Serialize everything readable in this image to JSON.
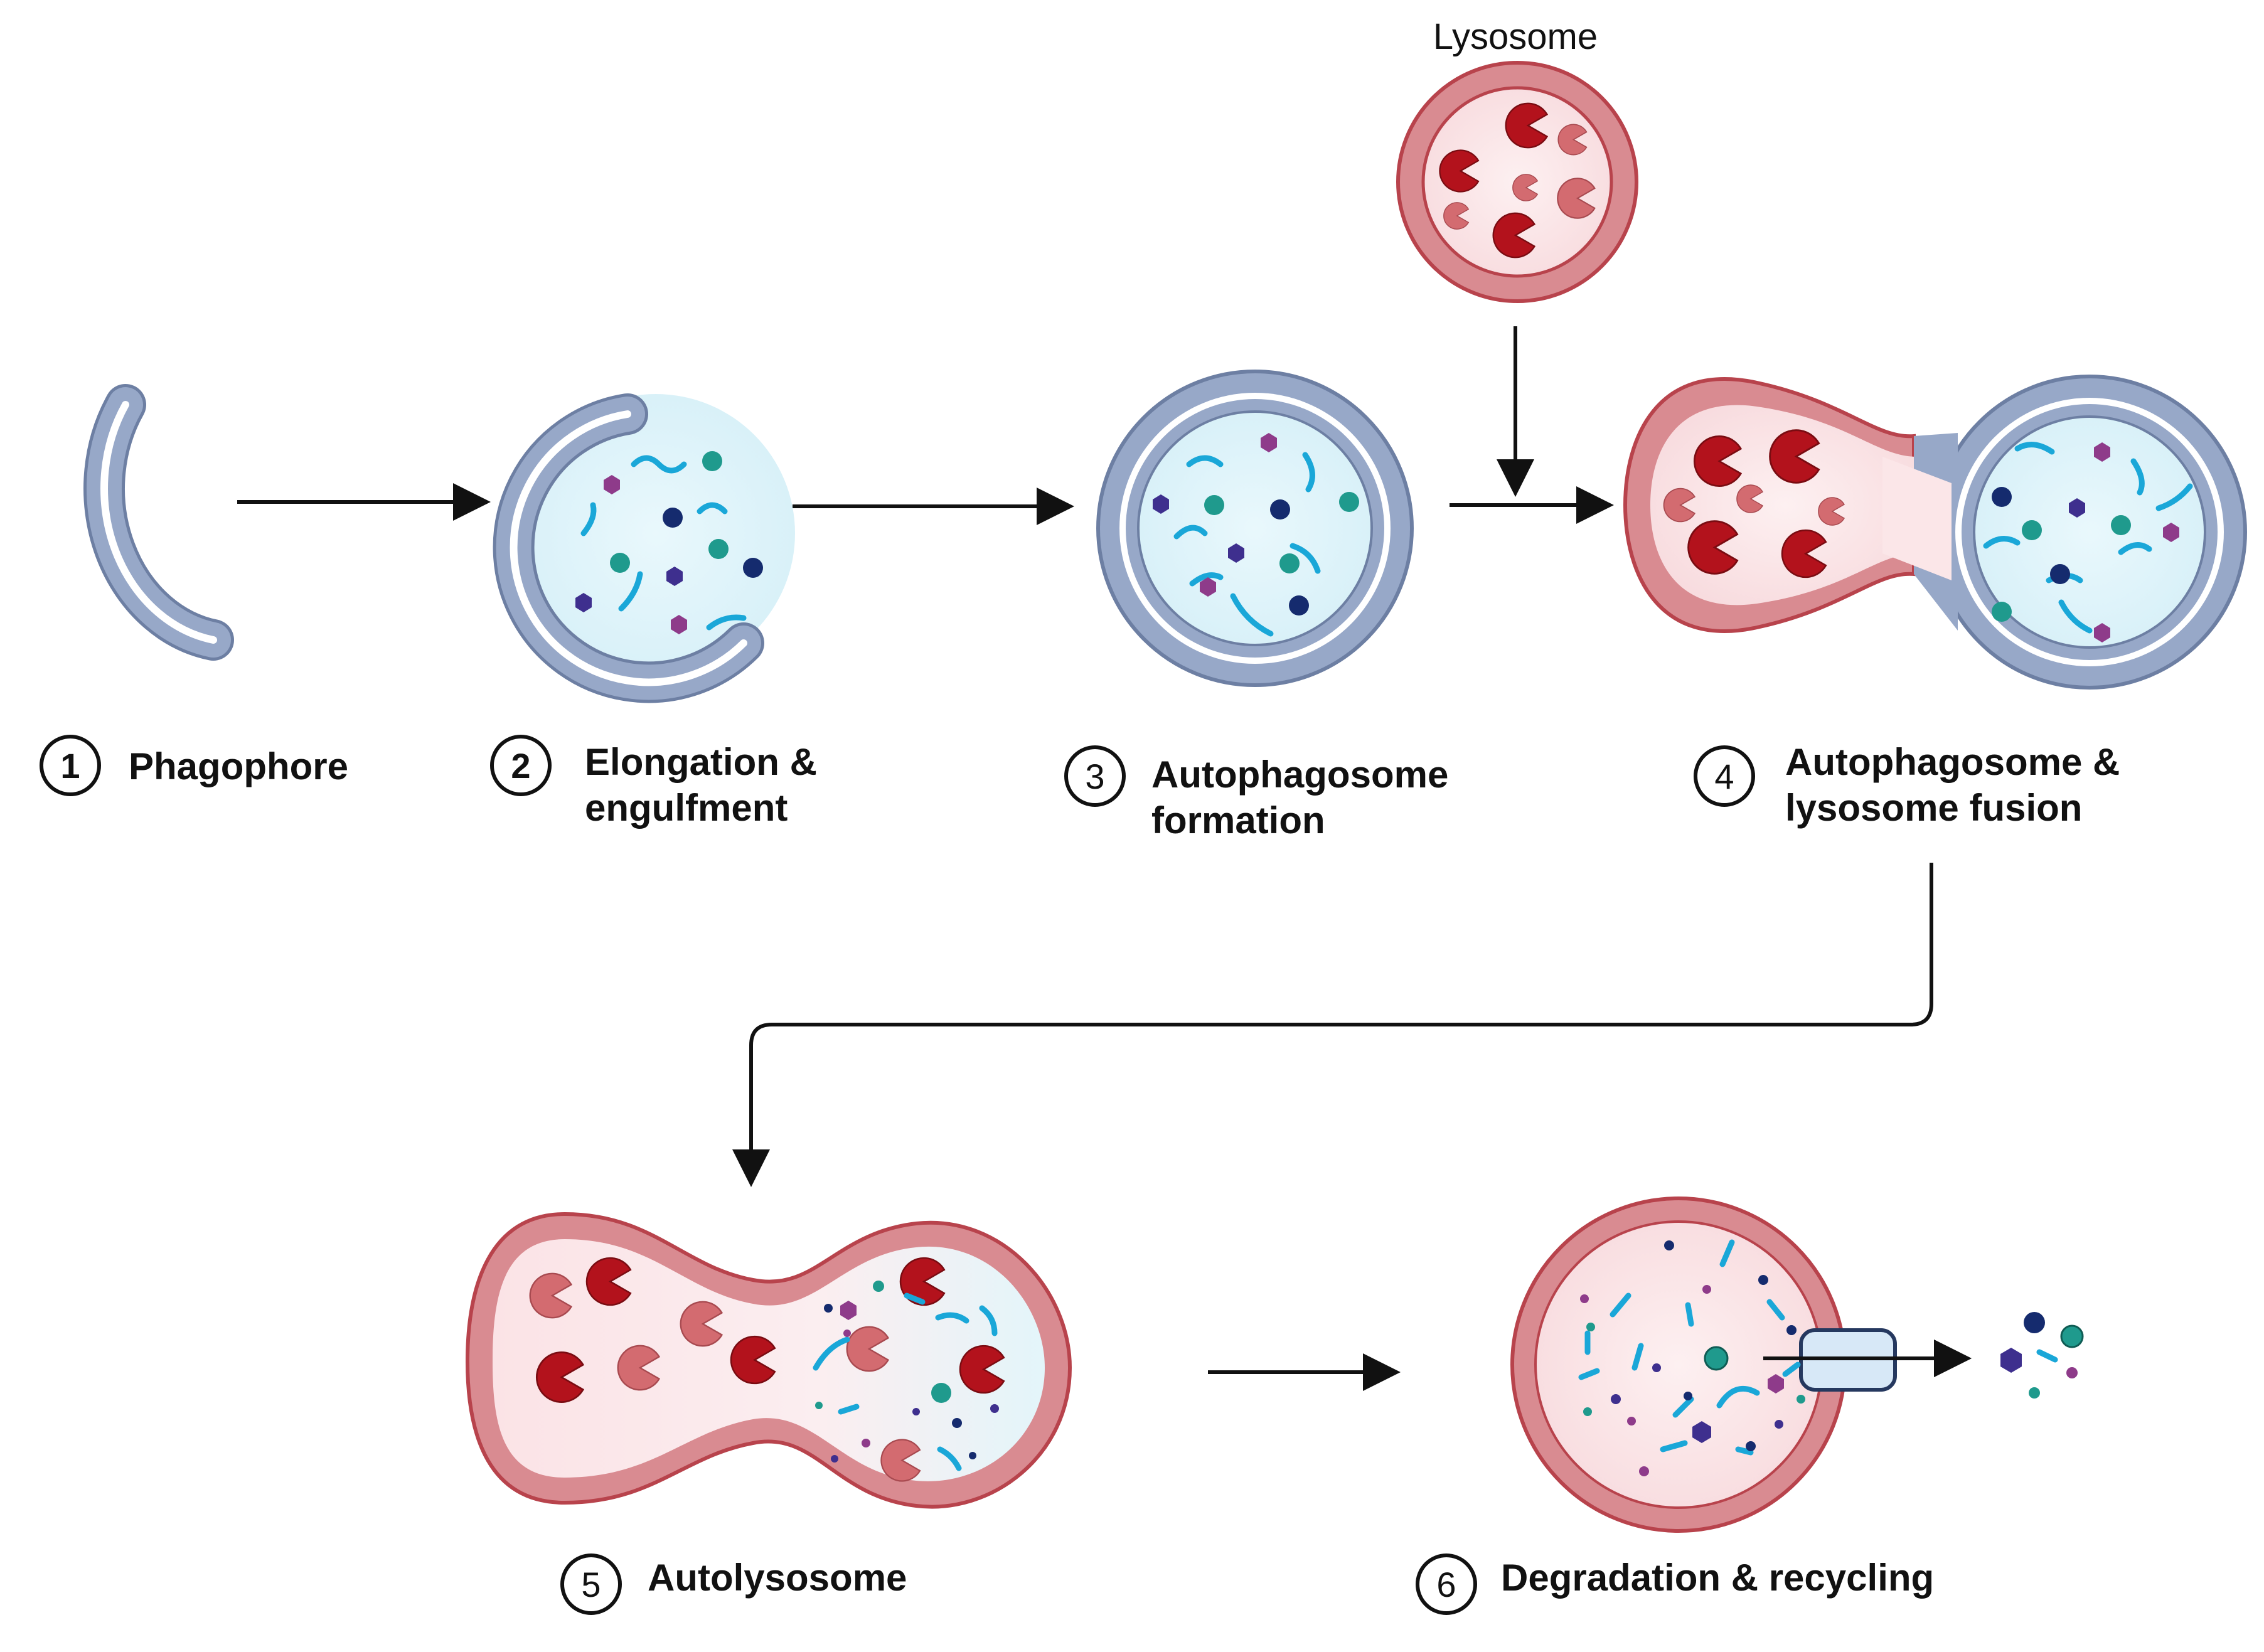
{
  "title_label": "Lysosome",
  "steps": [
    {
      "number": "1",
      "lines": [
        "Phagophore"
      ]
    },
    {
      "number": "2",
      "lines": [
        "Elongation &",
        "engulfment"
      ]
    },
    {
      "number": "3",
      "lines": [
        "Autophagosome",
        "formation"
      ]
    },
    {
      "number": "4",
      "lines": [
        "Autophagosome &",
        "lysosome fusion"
      ]
    },
    {
      "number": "5",
      "lines": [
        "Autolysosome"
      ]
    },
    {
      "number": "6",
      "lines": [
        "Degradation & recycling"
      ]
    }
  ],
  "colors": {
    "membrane_blue": "#97a8c8",
    "membrane_blue_edge": "#6d7fa3",
    "membrane_red": "#d98b91",
    "membrane_red_edge": "#b8434c",
    "lumen_blue": "#e6f6fb",
    "lumen_red": "#fbe6e8",
    "enzyme_dark": "#b3121c",
    "enzyme_light": "#d36b70",
    "cargo_teal": "#1f9a8d",
    "cargo_navy": "#152b6e",
    "cargo_purple": "#3e2f8e",
    "cargo_violet": "#8e3b8a",
    "squiggle": "#1aa7d8",
    "transporter": "#d7e8f7"
  }
}
